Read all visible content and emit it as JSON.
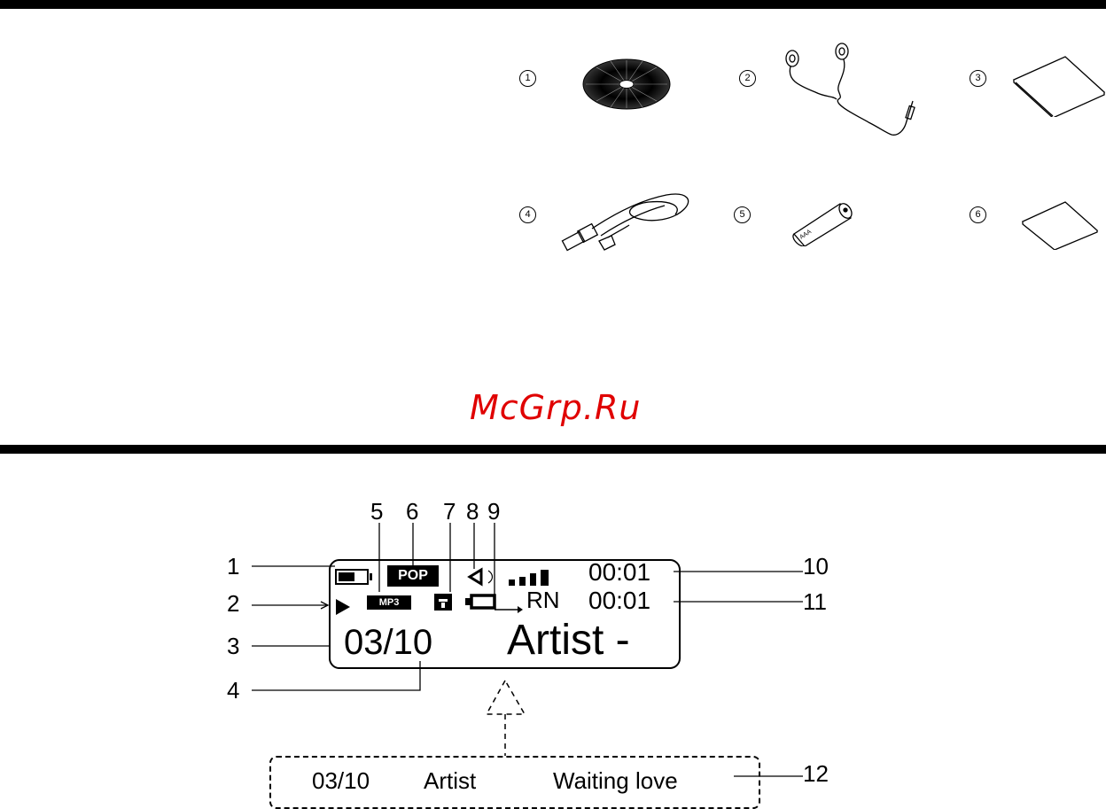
{
  "watermark": "McGrp.Ru",
  "accessories": [
    {
      "num": "1",
      "icon": "cd-icon"
    },
    {
      "num": "2",
      "icon": "earphones-icon"
    },
    {
      "num": "3",
      "icon": "manual-icon"
    },
    {
      "num": "4",
      "icon": "usb-cable-icon"
    },
    {
      "num": "5",
      "icon": "aaa-battery-icon"
    },
    {
      "num": "6",
      "icon": "card-icon"
    }
  ],
  "battery_label": "AAA",
  "callouts": [
    "1",
    "2",
    "3",
    "4",
    "5",
    "6",
    "7",
    "8",
    "9",
    "10",
    "11",
    "12"
  ],
  "lcd": {
    "eq": "POP",
    "format": "MP3",
    "time_elapsed": "00:01",
    "time_total": "00:01",
    "repeat_mode": "RN",
    "track": "03/10",
    "scroll_text": "Artist -"
  },
  "scroll_line": {
    "track": "03/10",
    "artist": "Artist",
    "title": "Waiting love"
  }
}
